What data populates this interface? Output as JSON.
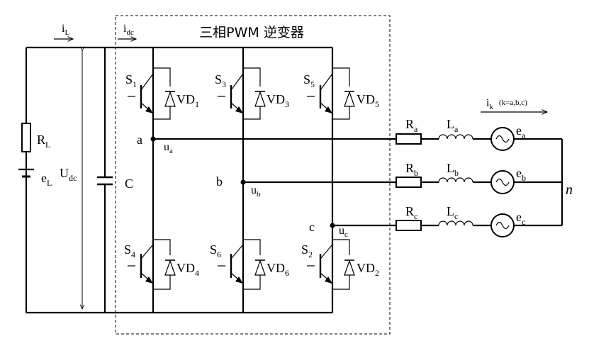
{
  "title": "三相PWM 逆变器",
  "currents": {
    "load": "i",
    "load_sub": "L",
    "dc": "i",
    "dc_sub": "dc",
    "phase": "i",
    "phase_sub": "k",
    "phase_note": "(k=a,b,c)"
  },
  "load": {
    "resistor": "R",
    "resistor_sub": "L",
    "source": "e",
    "source_sub": "L"
  },
  "dc_link": {
    "voltage": "U",
    "voltage_sub": "dc",
    "capacitor": "C"
  },
  "switches": {
    "upper": [
      {
        "s": "S",
        "s_sub": "1",
        "vd": "VD",
        "vd_sub": "1"
      },
      {
        "s": "S",
        "s_sub": "3",
        "vd": "VD",
        "vd_sub": "3"
      },
      {
        "s": "S",
        "s_sub": "5",
        "vd": "VD",
        "vd_sub": "5"
      }
    ],
    "lower": [
      {
        "s": "S",
        "s_sub": "4",
        "vd": "VD",
        "vd_sub": "4"
      },
      {
        "s": "S",
        "s_sub": "6",
        "vd": "VD",
        "vd_sub": "6"
      },
      {
        "s": "S",
        "s_sub": "2",
        "vd": "VD",
        "vd_sub": "2"
      }
    ]
  },
  "nodes": [
    {
      "node": "a",
      "u": "u",
      "u_sub": "a"
    },
    {
      "node": "b",
      "u": "u",
      "u_sub": "b"
    },
    {
      "node": "c",
      "u": "u",
      "u_sub": "c"
    }
  ],
  "phases": [
    {
      "r": "R",
      "r_sub": "a",
      "l": "L",
      "l_sub": "a",
      "e": "e",
      "e_sub": "a"
    },
    {
      "r": "R",
      "r_sub": "b",
      "l": "L",
      "l_sub": "b",
      "e": "e",
      "e_sub": "b"
    },
    {
      "r": "R",
      "r_sub": "c",
      "l": "L",
      "l_sub": "c",
      "e": "e",
      "e_sub": "c"
    }
  ],
  "neutral": "n"
}
